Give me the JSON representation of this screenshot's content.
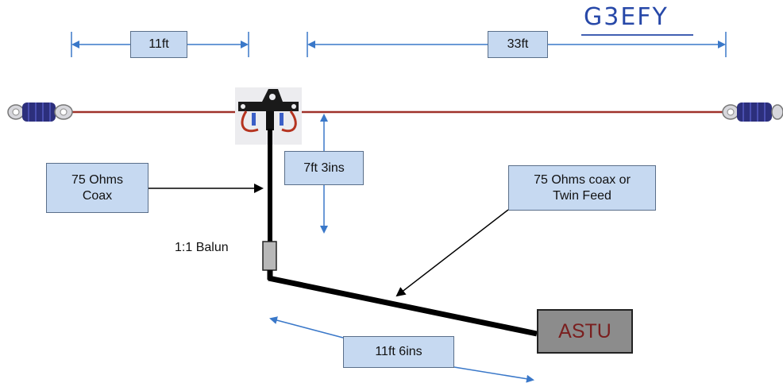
{
  "signature": "G3EFY",
  "dimensions": {
    "left_span": "11ft",
    "right_span": "33ft",
    "coax_length": "7ft 3ins",
    "feeder_length": "11ft 6ins"
  },
  "labels": {
    "coax": "75 Ohms\nCoax",
    "feeder": "75 Ohms coax  or\nTwin Feed",
    "balun": "1:1 Balun",
    "tuner": "ASTU"
  },
  "colors": {
    "wire": "#a0322a",
    "dimension_arrow": "#3a78c9",
    "label_fill": "#c6d9f1",
    "tuner_fill": "#8c8c8c",
    "tuner_text": "#7a1f1f",
    "signature": "#2748a8"
  }
}
